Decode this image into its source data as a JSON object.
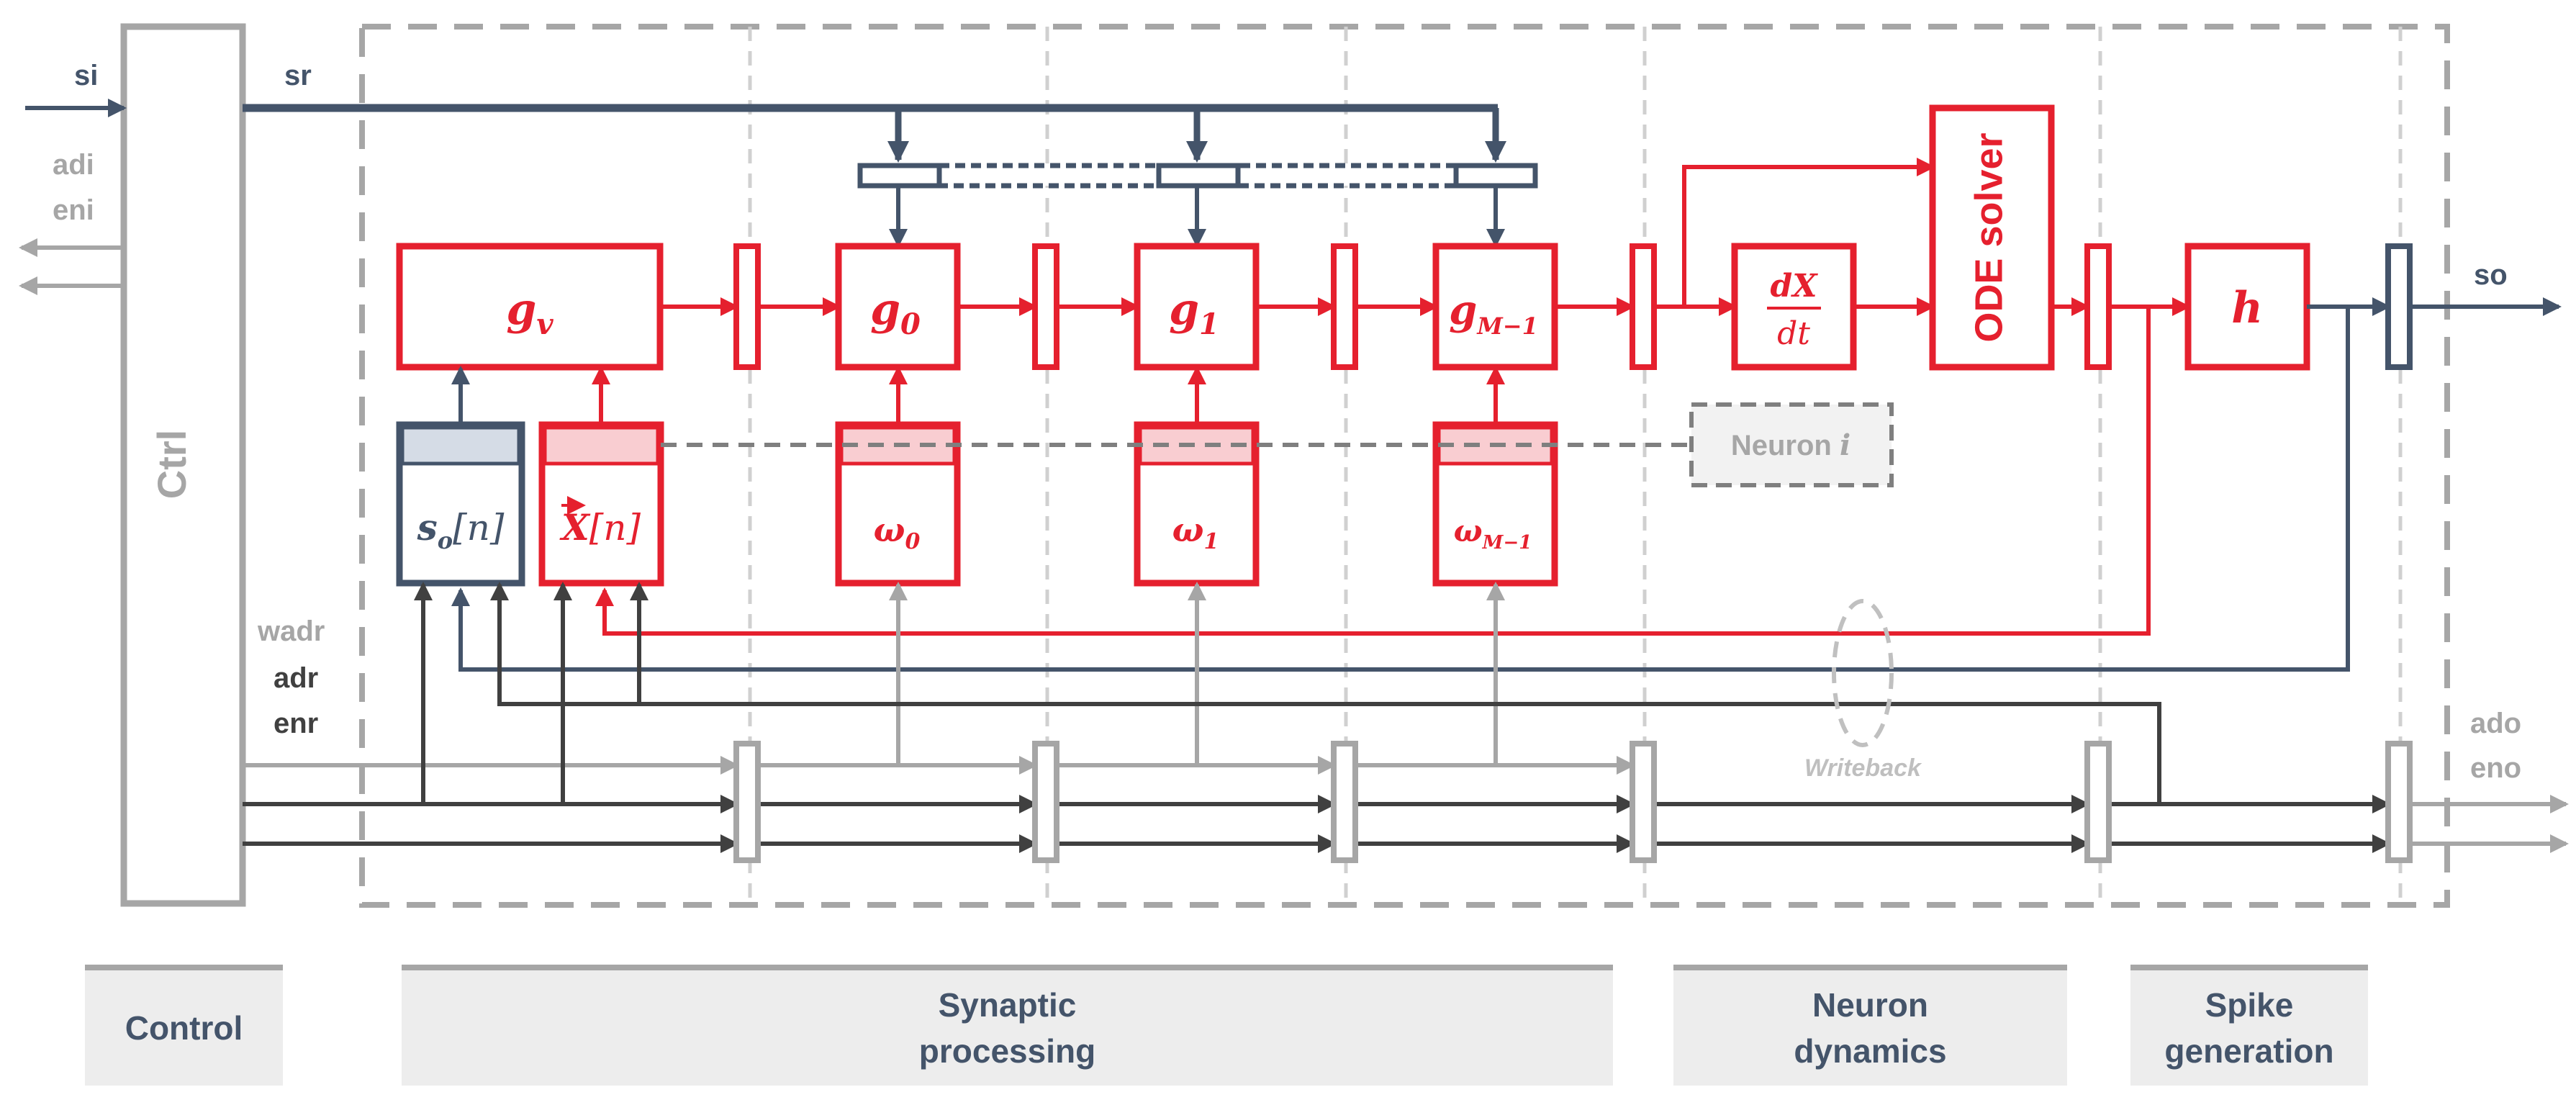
{
  "colors": {
    "red": "#e5202e",
    "navy": "#44546a",
    "gray": "#a6a6a6",
    "dark": "#404040",
    "pink": "#f9cdd1",
    "lightnavy": "#d5dce6"
  },
  "control": {
    "block_label": "Ctrl",
    "inputs": {
      "si": "si",
      "adi": "adi",
      "eni": "eni"
    },
    "outputs": {
      "wadr": "wadr",
      "adr": "adr",
      "enr": "enr"
    }
  },
  "signals": {
    "sr": "sr",
    "so": "so",
    "ado": "ado",
    "eno": "eno",
    "writeback": "Writeback"
  },
  "blocks": {
    "gv": "g",
    "gv_sub": "v",
    "g0": "g",
    "g0_sub": "0",
    "g1": "g",
    "g1_sub": "1",
    "gm": "g",
    "gm_sub": "M−1",
    "so_mem": "s",
    "so_mem_sub": "o",
    "so_mem_idx": "[n]",
    "x_mem": "X",
    "x_mem_idx": "[n]",
    "w0": "ω",
    "w0_sub": "0",
    "w1": "ω",
    "w1_sub": "1",
    "wm": "ω",
    "wm_sub": "M−1",
    "dxdt_num": "dX",
    "dxdt_den": "dt",
    "ode": "ODE solver",
    "h": "h",
    "neuron": "Neuron ",
    "neuron_i": "i"
  },
  "sections": {
    "control": "Control",
    "synaptic": "Synaptic processing",
    "neuron": "Neuron dynamics",
    "spike": "Spike generation"
  }
}
